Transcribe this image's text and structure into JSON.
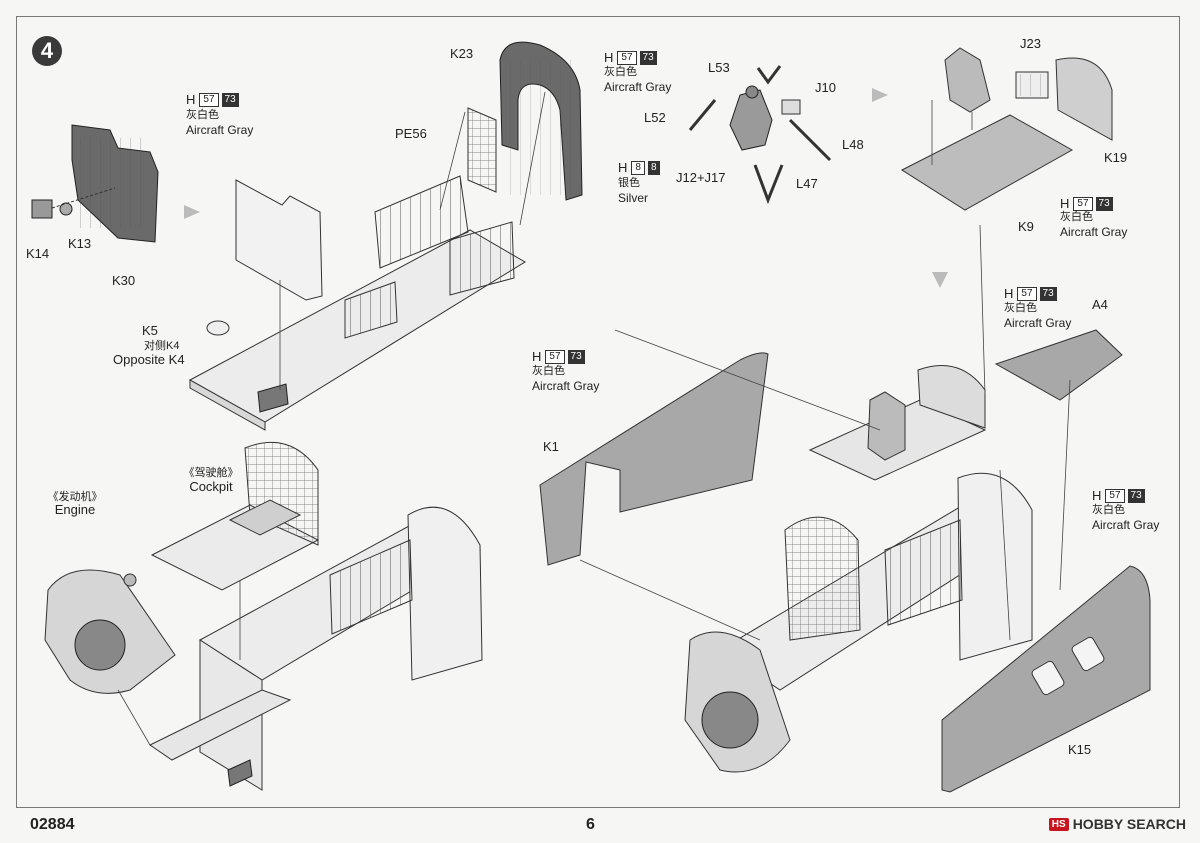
{
  "step_number": "4",
  "paint": {
    "gray": {
      "h": "H",
      "c1": "57",
      "c2": "73",
      "cn": "灰白色",
      "en": "Aircraft Gray"
    },
    "silver": {
      "h": "H",
      "c1": "8",
      "c2": "8",
      "cn": "银色",
      "en": "Silver"
    }
  },
  "labels": {
    "k23": "K23",
    "pe56": "PE56",
    "k14": "K14",
    "k13": "K13",
    "k30": "K30",
    "k5": "K5",
    "k5_cn": "对侧K4",
    "k5_en": "Opposite K4",
    "l53": "L53",
    "j10": "J10",
    "l52": "L52",
    "l48": "L48",
    "j12j17": "J12+J17",
    "l47": "L47",
    "j23": "J23",
    "k19": "K19",
    "k9": "K9",
    "a4": "A4",
    "k1": "K1",
    "k15": "K15",
    "engine_cn": "《发动机》",
    "engine_en": "Engine",
    "cockpit_cn": "《驾驶舱》",
    "cockpit_en": "Cockpit"
  },
  "footer": {
    "code": "02884",
    "page": "6",
    "brand_badge": "HS",
    "brand": "HOBBY SEARCH"
  }
}
